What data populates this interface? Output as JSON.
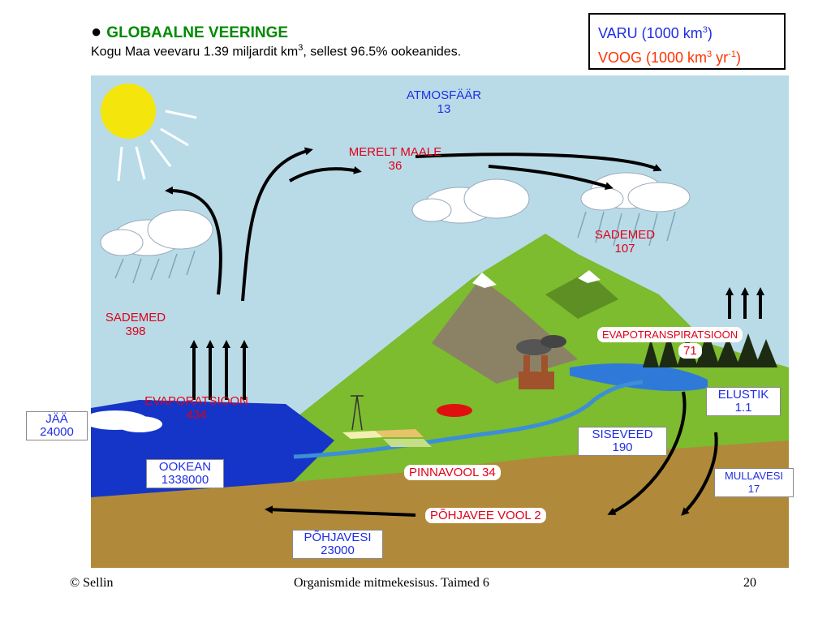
{
  "header": {
    "bullet": "●",
    "title": "GLOBAALNE VEERINGE",
    "subtitle_pre": "Kogu Maa veevaru 1.39 miljardit km",
    "subtitle_sup": "3",
    "subtitle_post": ", sellest 96.5% ookeanides."
  },
  "legend": {
    "stock_pre": "VARU (1000 km",
    "stock_sup": "3",
    "stock_post": ")",
    "flux_pre": "VOOG (1000 km",
    "flux_sup1": "3",
    "flux_mid": " yr",
    "flux_sup2": "-1",
    "flux_post": ")"
  },
  "colors": {
    "stock": "#1f2ee6",
    "flux": "#e0001a",
    "title": "#008a00",
    "sky": "#b9dbe8",
    "ocean": "#1535c8",
    "land": "#7dbb2f",
    "soil": "#b08a3a"
  },
  "stocks": {
    "atmosphere": {
      "name": "ATMOSFÄÄR",
      "value": "13"
    },
    "ice": {
      "name": "JÄÄ",
      "value": "24000"
    },
    "ocean": {
      "name": "OOKEAN",
      "value": "1338000"
    },
    "groundwater": {
      "name": "PÕHJAVESI",
      "value": "23000"
    },
    "inland_water": {
      "name": "SISEVEED",
      "value": "190"
    },
    "biota": {
      "name": "ELUSTIK",
      "value": "1.1"
    },
    "soil_water": {
      "name": "MULLAVESI",
      "value": "17"
    }
  },
  "fluxes": {
    "sea_to_land": {
      "name": "MERELT MAALE",
      "value": "36"
    },
    "precip_land": {
      "name": "SADEMED",
      "value": "107"
    },
    "precip_ocean": {
      "name": "SADEMED",
      "value": "398"
    },
    "evaporation": {
      "name": "EVAPORATSIOON",
      "value": "434"
    },
    "evapotranspiration": {
      "name": "EVAPOTRANSPIRATSIOON",
      "value": "71"
    },
    "surface_runoff": {
      "name": "PINNAVOOL",
      "value": "34"
    },
    "groundwater_flow": {
      "name": "PÕHJAVEE VOOL",
      "value": "2"
    }
  },
  "footer": {
    "left": "© Sellin",
    "center": "Organismide mitmekesisus. Taimed 6",
    "right": "20"
  }
}
